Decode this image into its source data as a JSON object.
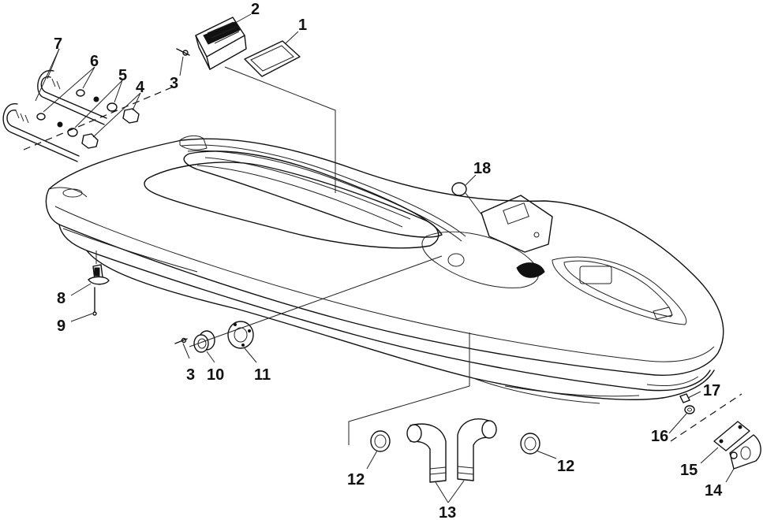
{
  "callouts": {
    "c1": "1",
    "c2": "2",
    "c3a": "3",
    "c3b": "3",
    "c4": "4",
    "c5": "5",
    "c6": "6",
    "c7": "7",
    "c8": "8",
    "c9": "9",
    "c10": "10",
    "c11": "11",
    "c12a": "12",
    "c12b": "12",
    "c13": "13",
    "c14": "14",
    "c15": "15",
    "c16": "16",
    "c17": "17",
    "c18": "18"
  },
  "colors": {
    "ink": "#111111",
    "paper": "#ffffff"
  }
}
